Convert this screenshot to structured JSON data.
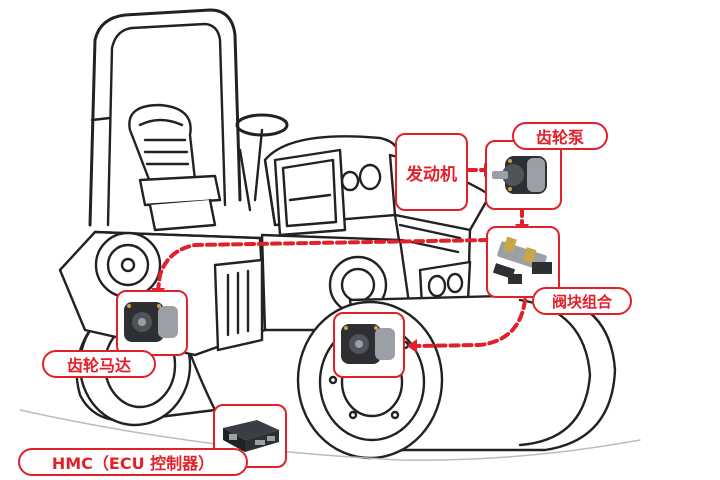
{
  "labels": {
    "engine": "发动机",
    "gear_pump": "齿轮泵",
    "valve_block": "阀块组合",
    "gear_motor": "齿轮马达",
    "hmc": "HMC（ECU 控制器）"
  },
  "colors": {
    "accent": "#e2202a",
    "line": "#222222",
    "part_dark": "#2d2f33",
    "part_light": "#9aa0a6",
    "brass": "#c9a648"
  },
  "icons": [
    "road-roller",
    "gear-pump-icon",
    "valve-block-icon",
    "gear-motor-icon",
    "ecu-controller-icon"
  ]
}
